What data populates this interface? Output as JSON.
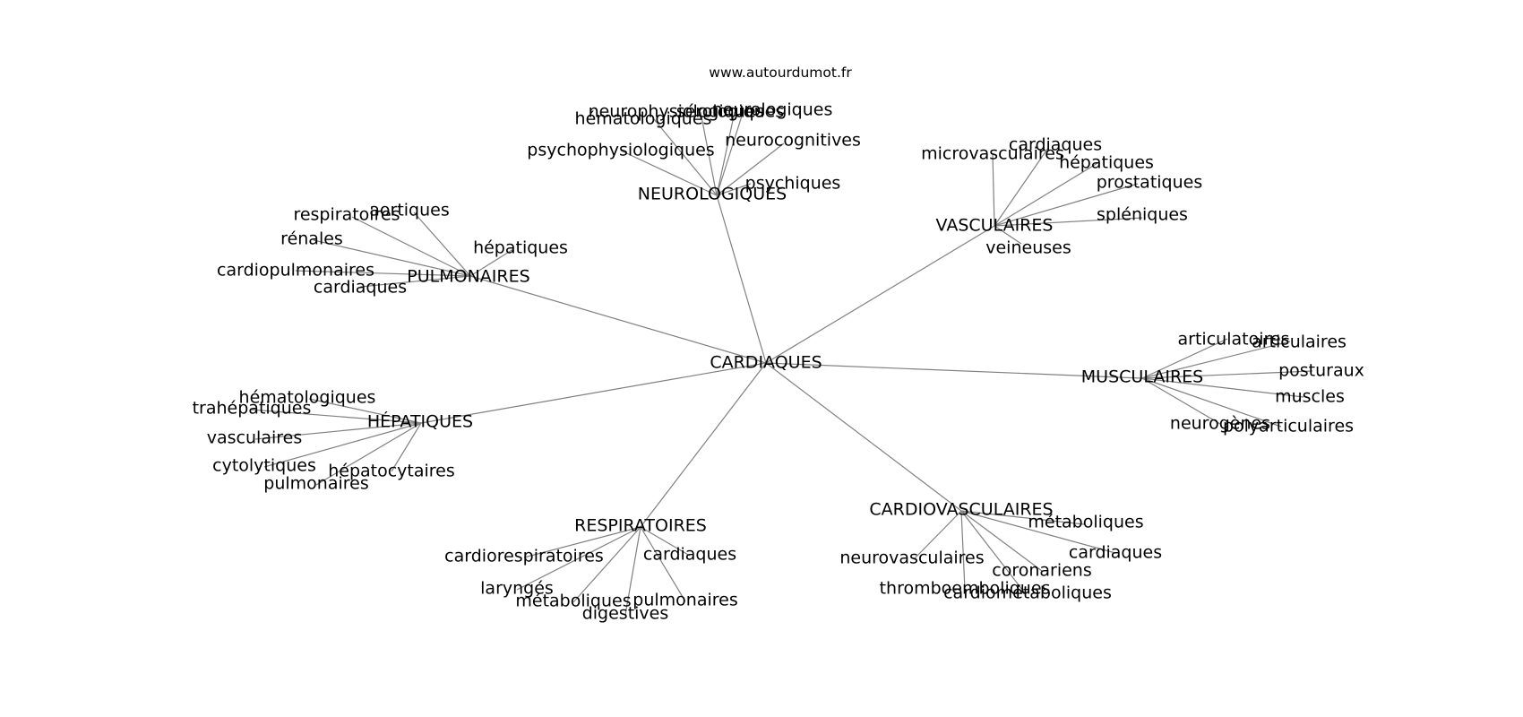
{
  "source": "www.autourdumot.fr",
  "graph": {
    "center": "CARDIAQUES",
    "groups": [
      {
        "hub": "NEUROLOGIQUES",
        "leaves": [
          "neurophysiologiques",
          "sérologiques",
          "neurologiques",
          "hématologiques",
          "psychophysiologiques",
          "neurocognitives",
          "psychiques"
        ]
      },
      {
        "hub": "VASCULAIRES",
        "leaves": [
          "microvasculaires",
          "cardiaques",
          "hépatiques",
          "prostatiques",
          "spléniques",
          "veineuses"
        ]
      },
      {
        "hub": "PULMONAIRES",
        "leaves": [
          "aortiques",
          "respiratoires",
          "rénales",
          "hépatiques",
          "cardiopulmonaires",
          "cardiaques"
        ]
      },
      {
        "hub": "MUSCULAIRES",
        "leaves": [
          "articulatoires",
          "articulaires",
          "posturaux",
          "muscles",
          "neurogènes",
          "polyarticulaires"
        ]
      },
      {
        "hub": "HÉPATIQUES",
        "leaves": [
          "hématologiques",
          "trahépatiques",
          "vasculaires",
          "cytolytiques",
          "hépatocytaires",
          "pulmonaires"
        ]
      },
      {
        "hub": "CARDIOVASCULAIRES",
        "leaves": [
          "métaboliques",
          "neurovasculaires",
          "cardiaques",
          "coronariens",
          "thromboemboliques",
          "cardiométaboliques"
        ]
      },
      {
        "hub": "RESPIRATOIRES",
        "leaves": [
          "cardiorespiratoires",
          "cardiaques",
          "laryngés",
          "métaboliques",
          "pulmonaires",
          "digestives"
        ]
      }
    ]
  }
}
